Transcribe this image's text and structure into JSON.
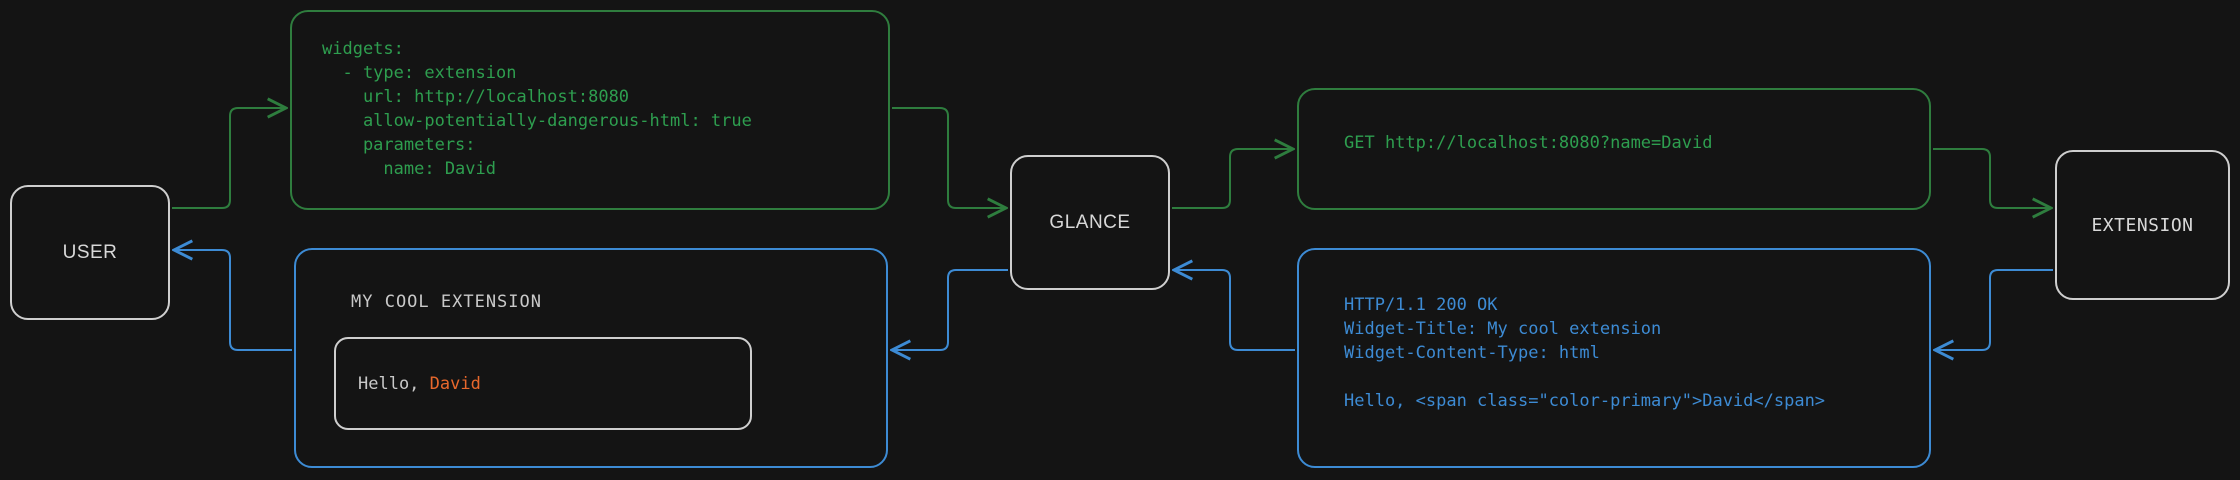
{
  "colors": {
    "background": "#141414",
    "node_border": "#cfcfcf",
    "request_green": "#2e9e4f",
    "response_blue": "#3d8bd4",
    "accent_orange": "#e8682c"
  },
  "nodes": {
    "user": "USER",
    "glance": "GLANCE",
    "extension": "EXTENSION"
  },
  "boxes": {
    "yaml_config": "widgets:\n  - type: extension\n    url: http://localhost:8080\n    allow-potentially-dangerous-html: true\n    parameters:\n      name: David",
    "get_request": "GET http://localhost:8080?name=David",
    "http_response": "HTTP/1.1 200 OK\nWidget-Title: My cool extension\nWidget-Content-Type: html\n\nHello, <span class=\"color-primary\">David</span>"
  },
  "widget": {
    "title": "MY COOL EXTENSION",
    "greeting_prefix": "Hello, ",
    "greeting_name": "David"
  }
}
